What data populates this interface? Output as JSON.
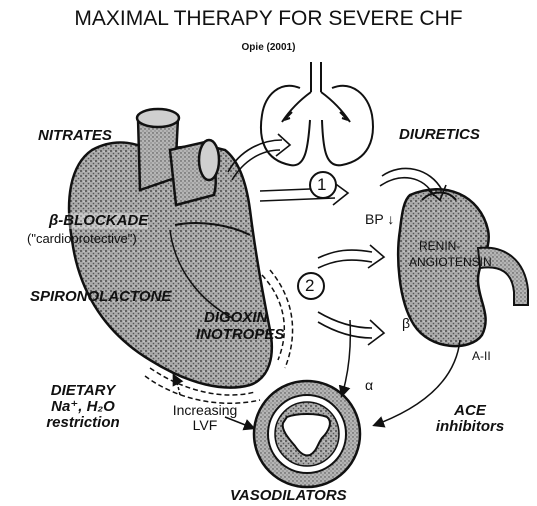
{
  "title": "MAXIMAL THERAPY FOR SEVERE CHF",
  "citation": "Opie (2001)",
  "labels": {
    "nitrates": "NITRATES",
    "diuretics": "DIURETICS",
    "beta_blockade": "β-BLOCKADE",
    "cardioprotective": "(\"cardioprotective\")",
    "spironolactone": "SPIRONOLACTONE",
    "digoxin": "DIGOXIN",
    "inotropes": "INOTROPES",
    "renin": "RENIN-",
    "angiotensin": "ANGIOTENSIN",
    "bp": "BP ↓",
    "beta": "β",
    "alpha": "α",
    "a_ii": "A-II",
    "dietary_line1": "DIETARY",
    "dietary_line2": "Na⁺, H₂O",
    "dietary_line3": "restriction",
    "increasing": "Increasing",
    "lvf": "LVF",
    "ace_line1": "ACE",
    "ace_line2": "inhibitors",
    "vasodilators": "VASODILATORS",
    "step1": "1",
    "step2": "2"
  },
  "colors": {
    "ink": "#111111",
    "stipple": "#8a8a8a",
    "background": "#ffffff"
  },
  "icons": [
    "heart-illustration",
    "lungs-illustration",
    "kidney-illustration",
    "artery-cross-section-illustration"
  ]
}
